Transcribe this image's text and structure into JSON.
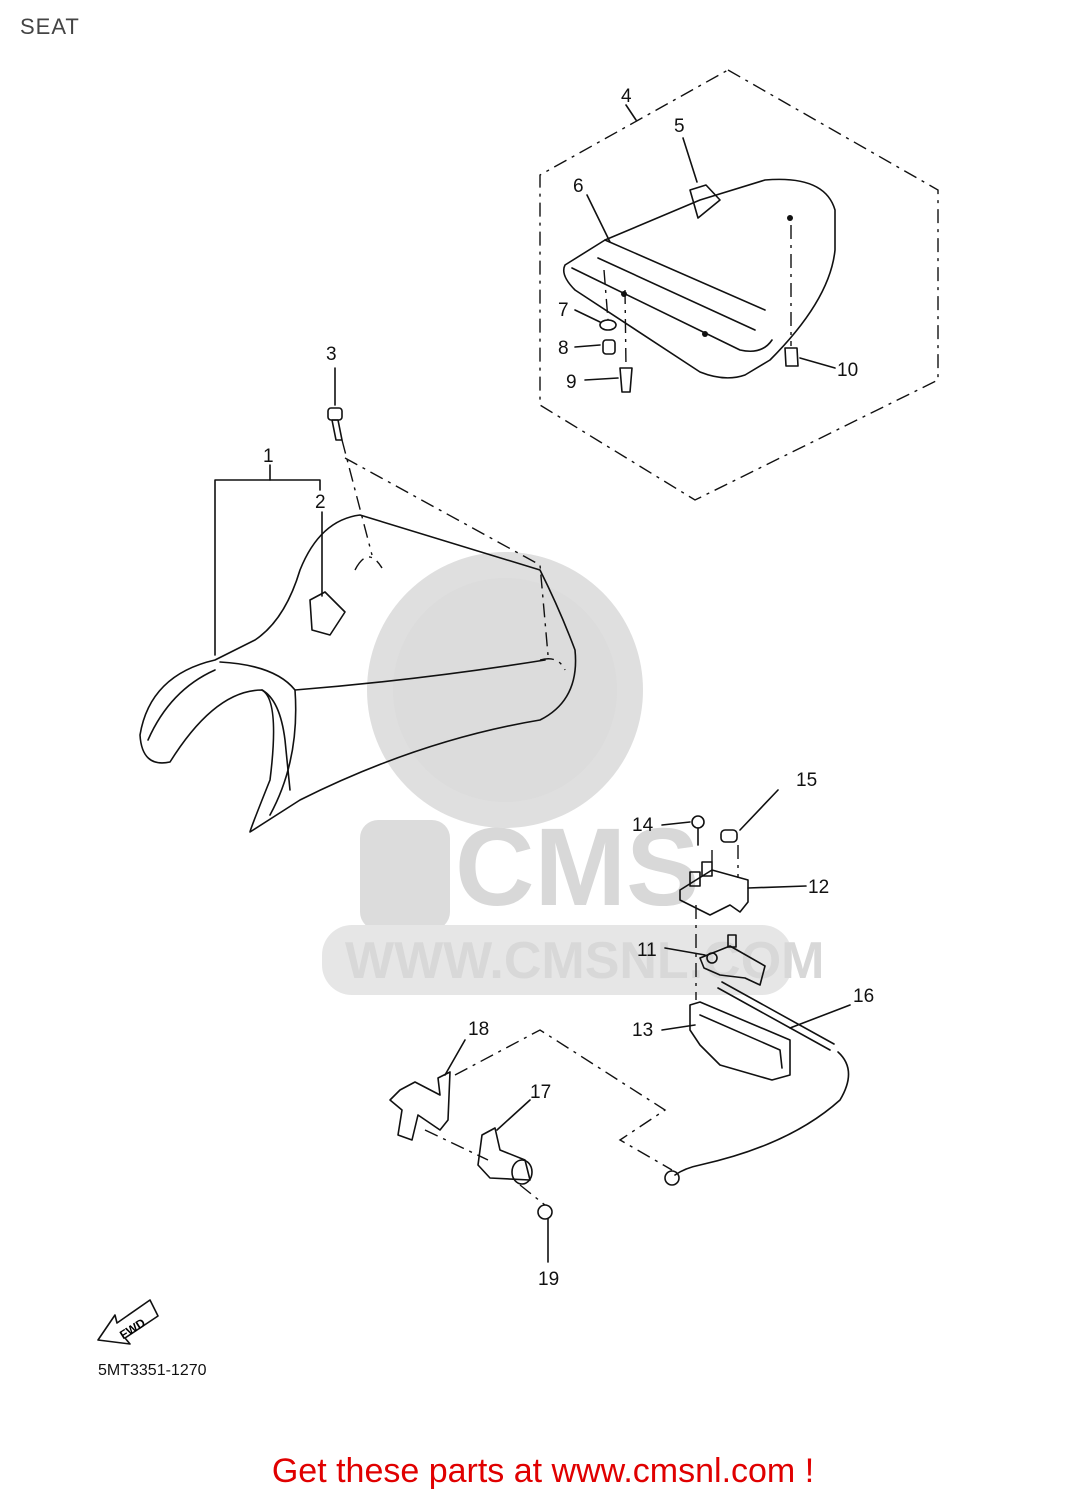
{
  "title": "SEAT",
  "diagram_code": "5MT3351-1270",
  "fwd_label": "FWD",
  "watermark": {
    "brand": "CMS",
    "url": "WWW.CMSNL.COM"
  },
  "footer": "Get these parts at www.cmsnl.com !",
  "callouts": [
    "1",
    "2",
    "3",
    "4",
    "5",
    "6",
    "7",
    "8",
    "9",
    "10",
    "11",
    "12",
    "13",
    "14",
    "15",
    "16",
    "17",
    "18",
    "19"
  ]
}
